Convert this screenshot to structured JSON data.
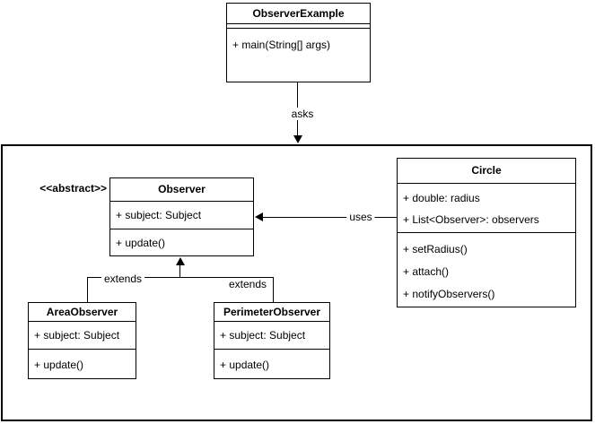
{
  "diagram": {
    "classes": {
      "observer_example": {
        "name": "ObserverExample",
        "methods": [
          "+ main(String[] args)"
        ]
      },
      "observer": {
        "stereotype": "<<abstract>>",
        "name": "Observer",
        "attributes": [
          "+ subject: Subject"
        ],
        "methods": [
          "+ update()"
        ]
      },
      "circle": {
        "name": "Circle",
        "attributes": [
          "+ double: radius",
          "+ List<Observer>: observers"
        ],
        "methods": [
          "+ setRadius()",
          "+ attach()",
          "+ notifyObservers()"
        ]
      },
      "area_observer": {
        "name": "AreaObserver",
        "attributes": [
          "+ subject: Subject"
        ],
        "methods": [
          "+ update()"
        ]
      },
      "perimeter_observer": {
        "name": "PerimeterObserver",
        "attributes": [
          "+ subject: Subject"
        ],
        "methods": [
          "+ update()"
        ]
      }
    },
    "edges": {
      "asks": "asks",
      "uses": "uses",
      "extends_left": "extends",
      "extends_right": "extends"
    },
    "colors": {
      "line": "#000000",
      "text": "#000000",
      "background": "#ffffff"
    }
  }
}
